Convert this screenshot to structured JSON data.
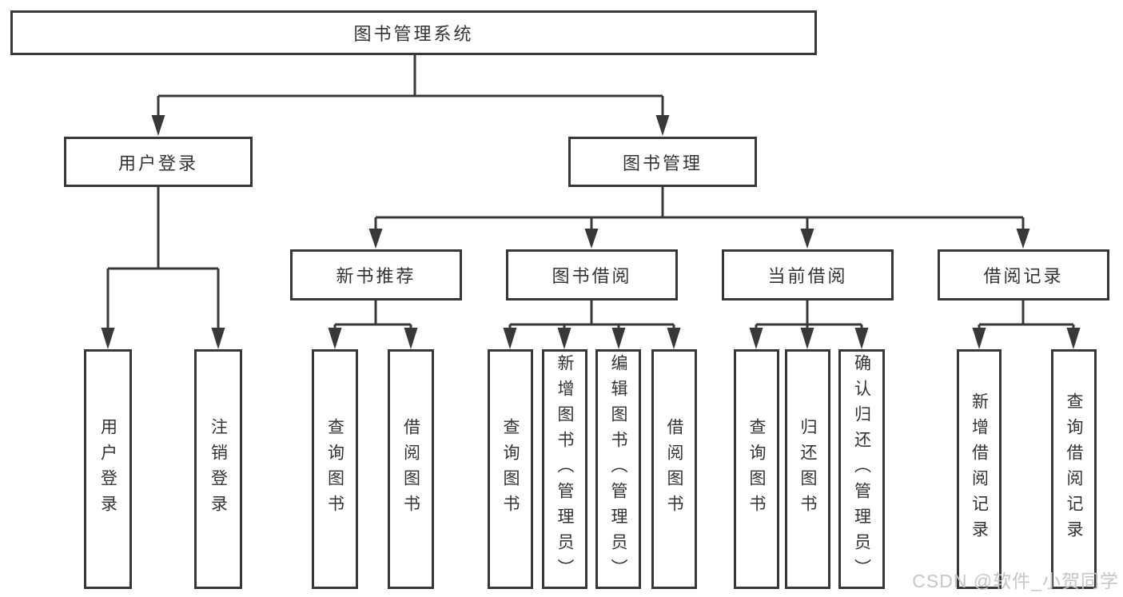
{
  "watermark": "CSDN @软件_小贺同学",
  "colors": {
    "line": "#383838",
    "text": "#333333",
    "watermark": "#c6c6c6",
    "background": "#ffffff"
  },
  "tree": {
    "root": {
      "label": "图书管理系统",
      "children": [
        {
          "label": "用户登录",
          "children": [
            {
              "label": "用户登录"
            },
            {
              "label": "注销登录"
            }
          ]
        },
        {
          "label": "图书管理",
          "children": [
            {
              "label": "新书推荐",
              "children": [
                {
                  "label": "查询图书"
                },
                {
                  "label": "借阅图书"
                }
              ]
            },
            {
              "label": "图书借阅",
              "children": [
                {
                  "label": "查询图书"
                },
                {
                  "label": "新增图书（管理员）"
                },
                {
                  "label": "编辑图书（管理员）"
                },
                {
                  "label": "借阅图书"
                }
              ]
            },
            {
              "label": "当前借阅",
              "children": [
                {
                  "label": "查询图书"
                },
                {
                  "label": "归还图书"
                },
                {
                  "label": "确认归还（管理员）"
                }
              ]
            },
            {
              "label": "借阅记录",
              "children": [
                {
                  "label": "新增借阅记录"
                },
                {
                  "label": "查询借阅记录"
                }
              ]
            }
          ]
        }
      ]
    }
  }
}
